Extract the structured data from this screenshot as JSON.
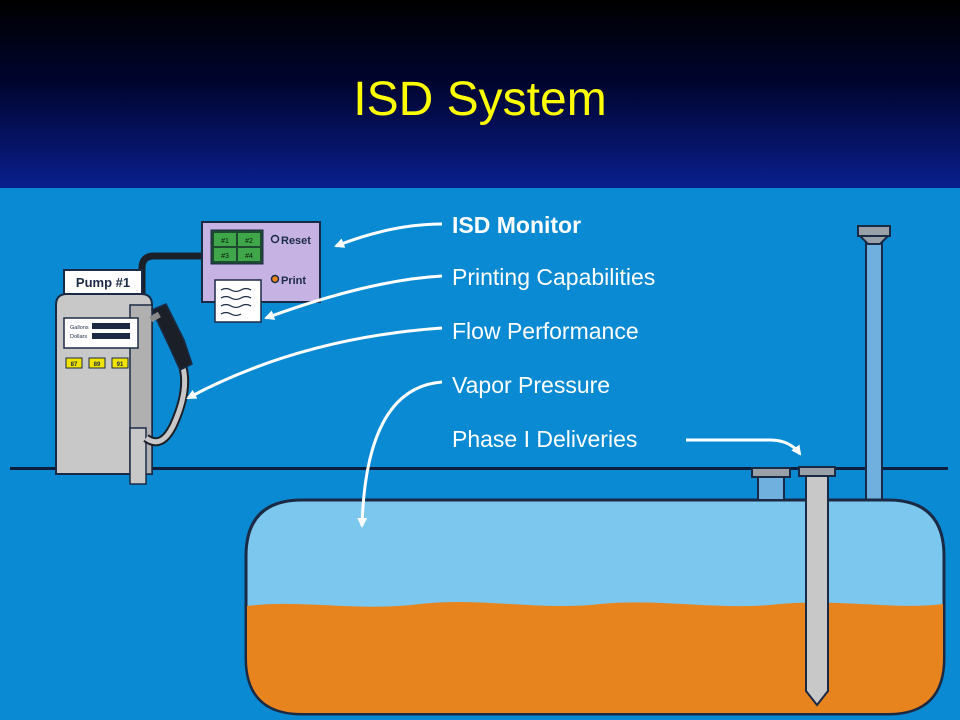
{
  "slide": {
    "title": "ISD System"
  },
  "diagram": {
    "labels": {
      "isd_monitor": "ISD Monitor",
      "printing_capabilities": "Printing Capabilities",
      "flow_performance": "Flow Performance",
      "vapor_pressure": "Vapor Pressure",
      "phase_i_deliveries": "Phase I Deliveries"
    },
    "pump": {
      "sign": "Pump #1",
      "display_gallons": "Gallons",
      "display_dollars": "Dollars",
      "grades": [
        "87",
        "89",
        "91"
      ]
    },
    "monitor": {
      "channels": [
        "#1",
        "#2",
        "#3",
        "#4"
      ],
      "reset_label": "Reset",
      "print_label": "Print"
    },
    "colors": {
      "header_top": "#000000",
      "header_bottom": "#0a1f8e",
      "title": "#ffff00",
      "background": "#0a8ad2",
      "tank_vapor": "#7cc7ee",
      "tank_liquid": "#e8841e",
      "monitor_body": "#c6b3e3",
      "pump_body": "#c8c8c8"
    }
  }
}
